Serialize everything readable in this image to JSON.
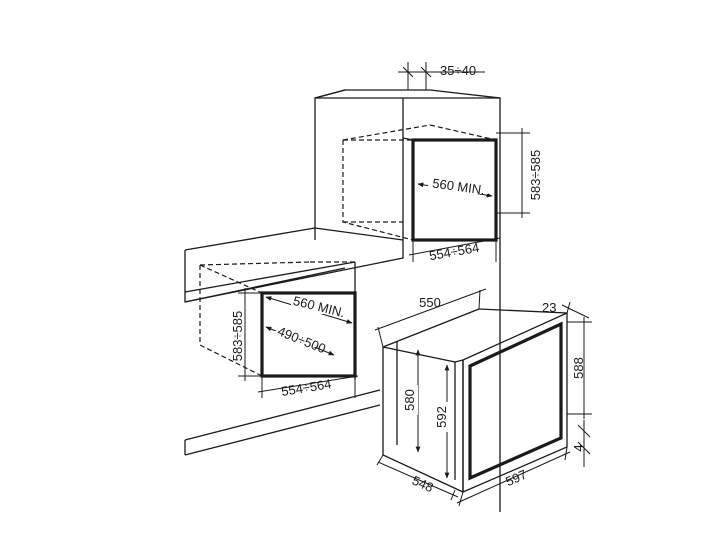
{
  "column_install": {
    "recess_depth_range": "35÷40",
    "cavity_height_range": "583÷585",
    "cavity_width_range": "554÷564",
    "cavity_min_depth": "560 MIN."
  },
  "undercounter_install": {
    "cavity_height_range": "583÷585",
    "cavity_min_depth": "560 MIN.",
    "cavity_opening_range": "490÷500",
    "cavity_width_range": "554÷564"
  },
  "appliance": {
    "body_depth": "550",
    "door_thickness": "23",
    "front_height": "588",
    "body_height": "580",
    "inner_height": "592",
    "base_offset": "4",
    "side_depth": "548",
    "front_width": "597"
  }
}
